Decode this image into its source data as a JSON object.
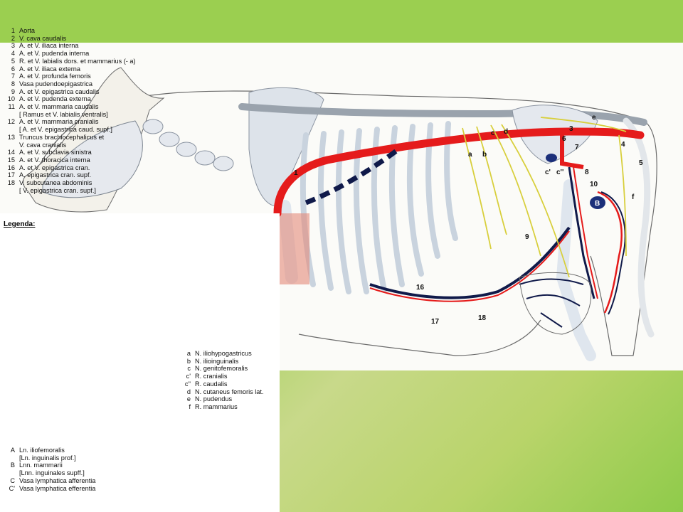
{
  "legend": {
    "title": "Legenda:",
    "numbered": [
      {
        "key": "1",
        "text": "Aorta"
      },
      {
        "key": "2",
        "text": "V. cava caudalis"
      },
      {
        "key": "3",
        "text": "A. et V. iliaca interna"
      },
      {
        "key": "4",
        "text": "A. et V. pudenda interna"
      },
      {
        "key": "5",
        "text": "R. et V. labialis dors. et mammarius (- a)"
      },
      {
        "key": "6",
        "text": "A. et V. iliaca externa"
      },
      {
        "key": "7",
        "text": "A. et V. profunda femoris"
      },
      {
        "key": "8",
        "text": "Vasa pudendoepigastrica"
      },
      {
        "key": "9",
        "text": "A. et V. epigastrica caudalis"
      },
      {
        "key": "10",
        "text": "A. et V. pudenda externa"
      },
      {
        "key": "11",
        "text": "A. et V. mammaria caudalis"
      },
      {
        "key": "",
        "text": "[ Ramus et V. labialis ventralis]"
      },
      {
        "key": "12",
        "text": "A. et V. mammaria cranialis"
      },
      {
        "key": "",
        "text": "[ A. et V. epigastrica caud. supf.]"
      },
      {
        "key": "13",
        "text": "Truncus brachiocephalicus et"
      },
      {
        "key": "",
        "text": "V. cava cranialis"
      },
      {
        "key": "14",
        "text": "A. et V. subclavia sinistra"
      },
      {
        "key": "15",
        "text": "A. et V. thoracica interna"
      },
      {
        "key": "16",
        "text": "A. et V. epigastrica cran."
      },
      {
        "key": "17",
        "text": "A. epigastrica cran. supf."
      },
      {
        "key": "18",
        "text": "V. subcutanea abdominis"
      },
      {
        "key": "",
        "text": "[ V. epigastrica cran. supf.]"
      }
    ],
    "nodes": [
      {
        "key": "A",
        "text": "Ln. iliofemoralis"
      },
      {
        "key": "",
        "text": "[Ln. inguinalis prof.]"
      },
      {
        "key": "B",
        "text": "Lnn. mammarii"
      },
      {
        "key": "",
        "text": "[Lnn. inguinales supff.]"
      },
      {
        "key": "C",
        "text": "Vasa lymphatica afferentia"
      },
      {
        "key": "C'",
        "text": "Vasa lymphatica efferentia"
      }
    ],
    "letters": [
      {
        "key": "a",
        "text": "N. iliohypogastricus"
      },
      {
        "key": "b",
        "text": "N. ilioinguinalis"
      },
      {
        "key": "c",
        "text": "N. genitofemoralis"
      },
      {
        "key": "c'",
        "text": "R. cranialis"
      },
      {
        "key": "c''",
        "text": "R. caudalis"
      },
      {
        "key": "d",
        "text": "N. cutaneus femoris lat."
      },
      {
        "key": "e",
        "text": "N. pudendus"
      },
      {
        "key": "f",
        "text": "R. mammarius"
      }
    ]
  },
  "figure_labels": {
    "n1": "1",
    "n3": "3",
    "n4": "4",
    "n5": "5",
    "n6": "6",
    "n7": "7",
    "n8": "8",
    "n9": "9",
    "n10": "10",
    "n16": "16",
    "n17": "17",
    "n18": "18",
    "la": "a",
    "lb": "b",
    "lc": "c",
    "ld": "d",
    "le": "e",
    "lf": "f",
    "lc1": "c'",
    "lc2": "c''",
    "lB": "B"
  },
  "colors": {
    "artery": "#e51b1b",
    "vein": "#101a4a",
    "nerve": "#d8cf3c",
    "bone": "#dfe6ee",
    "lymph": "#6f9fd8",
    "accent_green": "#9bcf50"
  }
}
